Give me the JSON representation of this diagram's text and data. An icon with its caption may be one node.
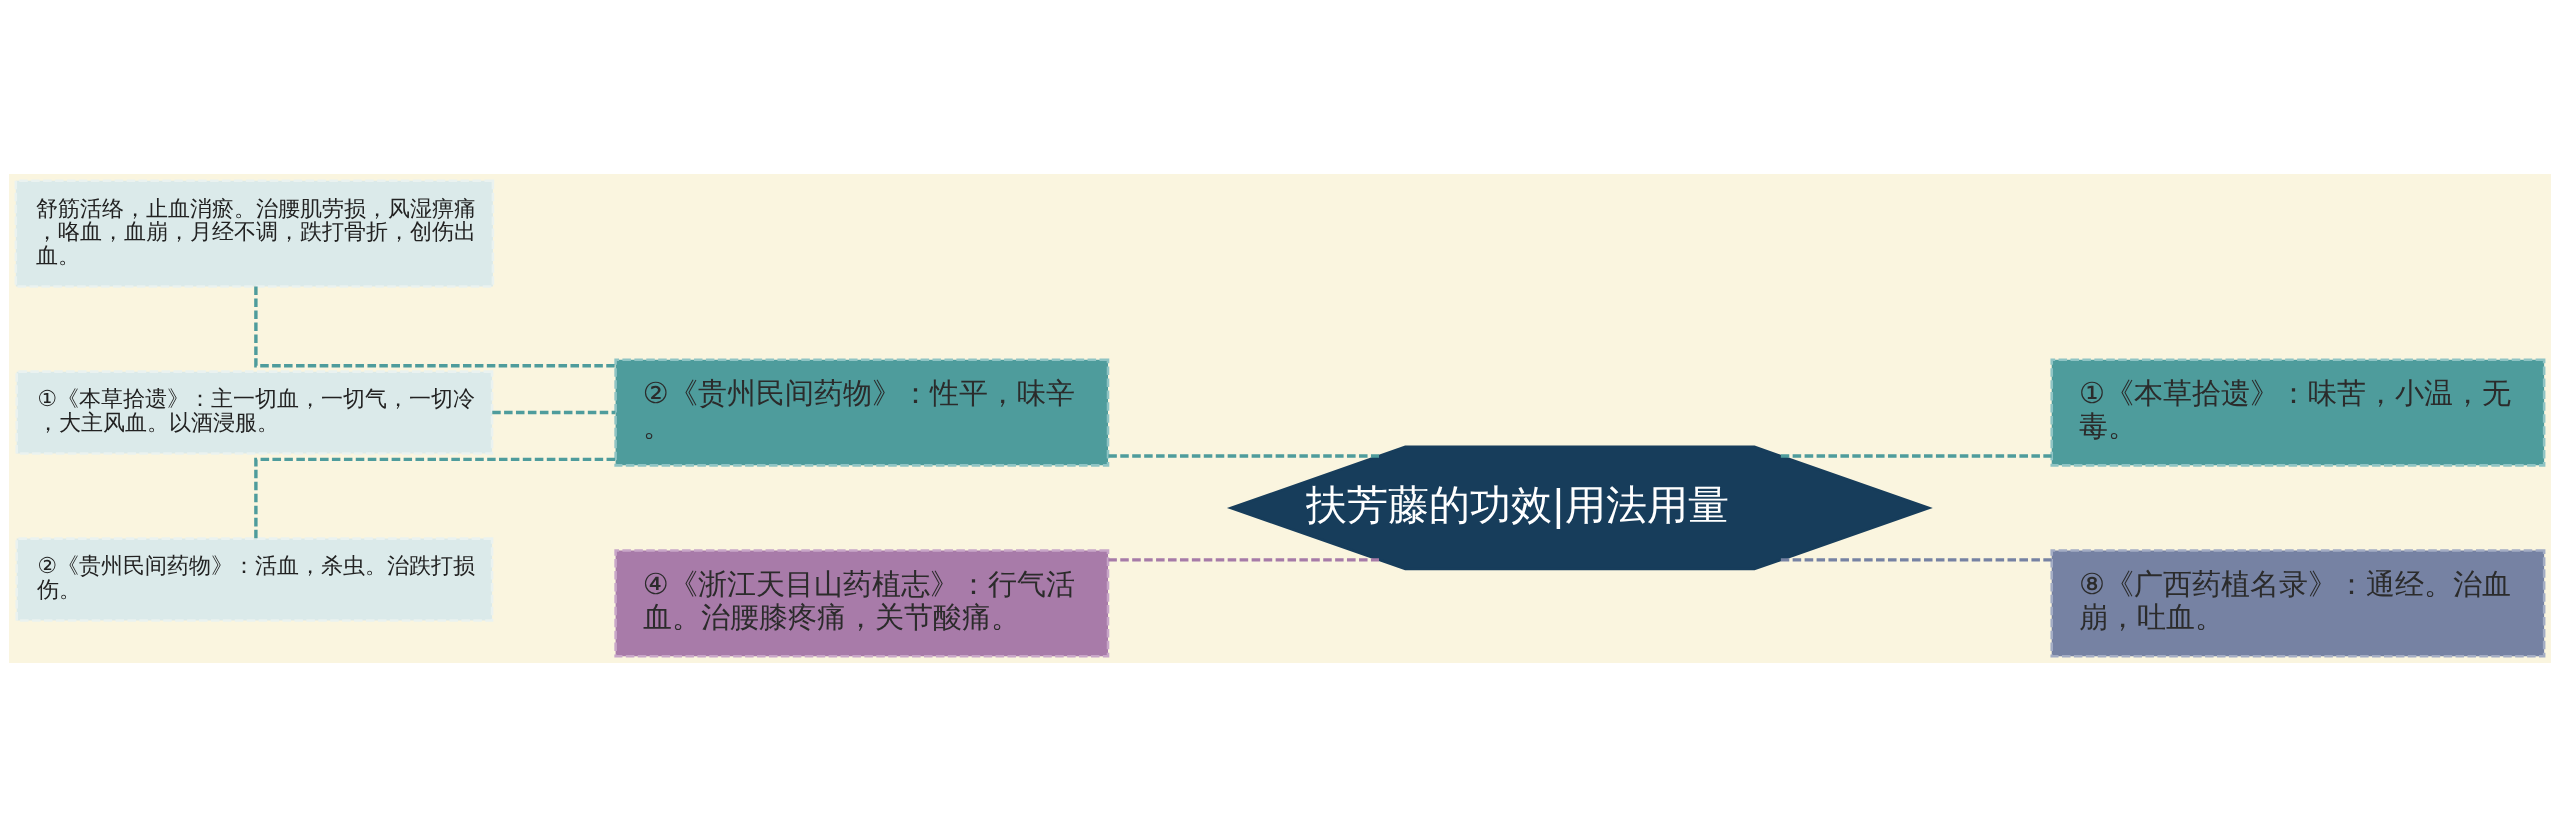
{
  "diagram": {
    "nodes": [
      {
        "text": [
          "扶芳藤的功效|用法用量"
        ]
      },
      {
        "text": [
          "②《贵州民间药物》：性平，味辛。"
        ]
      },
      {
        "text": [
          "舒筋活络，止血消瘀。治腰肌劳损，风湿痹痛，咯血，血崩，月经不调，跌打骨折，创伤出血。"
        ]
      },
      {
        "text": [
          "①《本草拾遗》：主一切血，一切气，一切冷，大主风血。以酒浸服。"
        ]
      },
      {
        "text": [
          "②《贵州民间药物》：活血，杀虫。治跌打损伤。"
        ]
      },
      {
        "text": [
          "④《浙江天目山药植志》：行气活血。治腰膝疼痛，关节酸痛。"
        ]
      },
      {
        "text": [
          "①《本草拾遗》：味苦，小温，无毒。"
        ]
      },
      {
        "text": [
          "⑧《广西药植名录》：通经。治血崩，吐血。"
        ]
      }
    ],
    "edges": [
      {
        "from": 1,
        "to": 0,
        "arrow": "none",
        "style": "dashed"
      },
      {
        "from": 2,
        "to": 1,
        "arrow": "none",
        "style": "dashed"
      },
      {
        "from": 3,
        "to": 1,
        "arrow": "none",
        "style": "dashed"
      },
      {
        "from": 4,
        "to": 1,
        "arrow": "none",
        "style": "dashed"
      },
      {
        "from": 5,
        "to": 0,
        "arrow": "none",
        "style": "dashed",
        "color": "#a67ba8"
      },
      {
        "from": 0,
        "to": 6,
        "arrow": "none",
        "style": "dashed"
      },
      {
        "from": 0,
        "to": 7,
        "arrow": "none",
        "style": "dashed",
        "color": "#7682a3"
      }
    ]
  }
}
